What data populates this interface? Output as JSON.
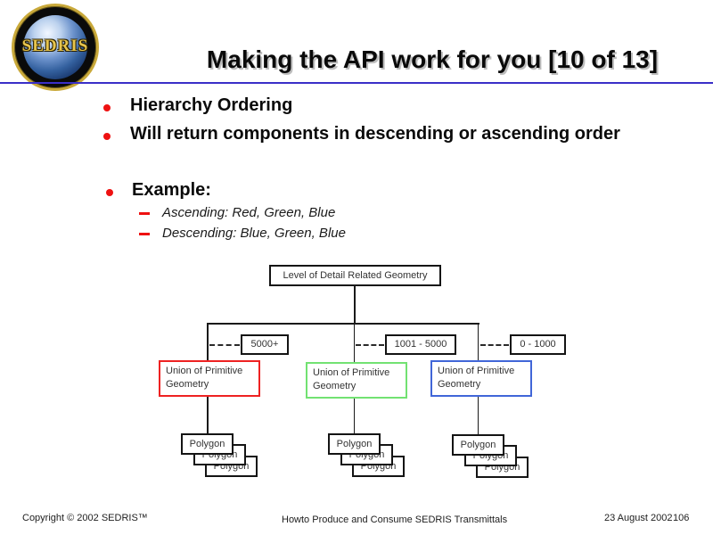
{
  "logo": {
    "text": "SEDRIS"
  },
  "header": {
    "title": "Making the API work for you [10 of 13]"
  },
  "bullets": [
    {
      "label": "Hierarchy Ordering"
    },
    {
      "label": "Will return components in descending or ascending order"
    },
    {
      "label": "Example:"
    }
  ],
  "example_items": [
    {
      "label": "Ascending: Red, Green, Blue"
    },
    {
      "label": "Descending: Blue, Green, Blue"
    }
  ],
  "diagram": {
    "root_label": "Level of Detail Related Geometry",
    "range_labels": [
      "5000+",
      "1001 - 5000",
      "0 - 1000"
    ],
    "union_label_line1": "Union of Primitive",
    "union_label_line2": "Geometry",
    "union_border_colors": [
      "#ee2222",
      "#72e272",
      "#4166d8"
    ],
    "polygon_label": "Polygon"
  },
  "footer": {
    "copyright": "Copyright © 2002 SEDRIS™",
    "center": "Howto Produce and Consume SEDRIS Transmittals",
    "date": "23 August 2002",
    "page": "106"
  },
  "colors": {
    "rule": "#3a2fc8",
    "bullet": "#ee1111"
  }
}
